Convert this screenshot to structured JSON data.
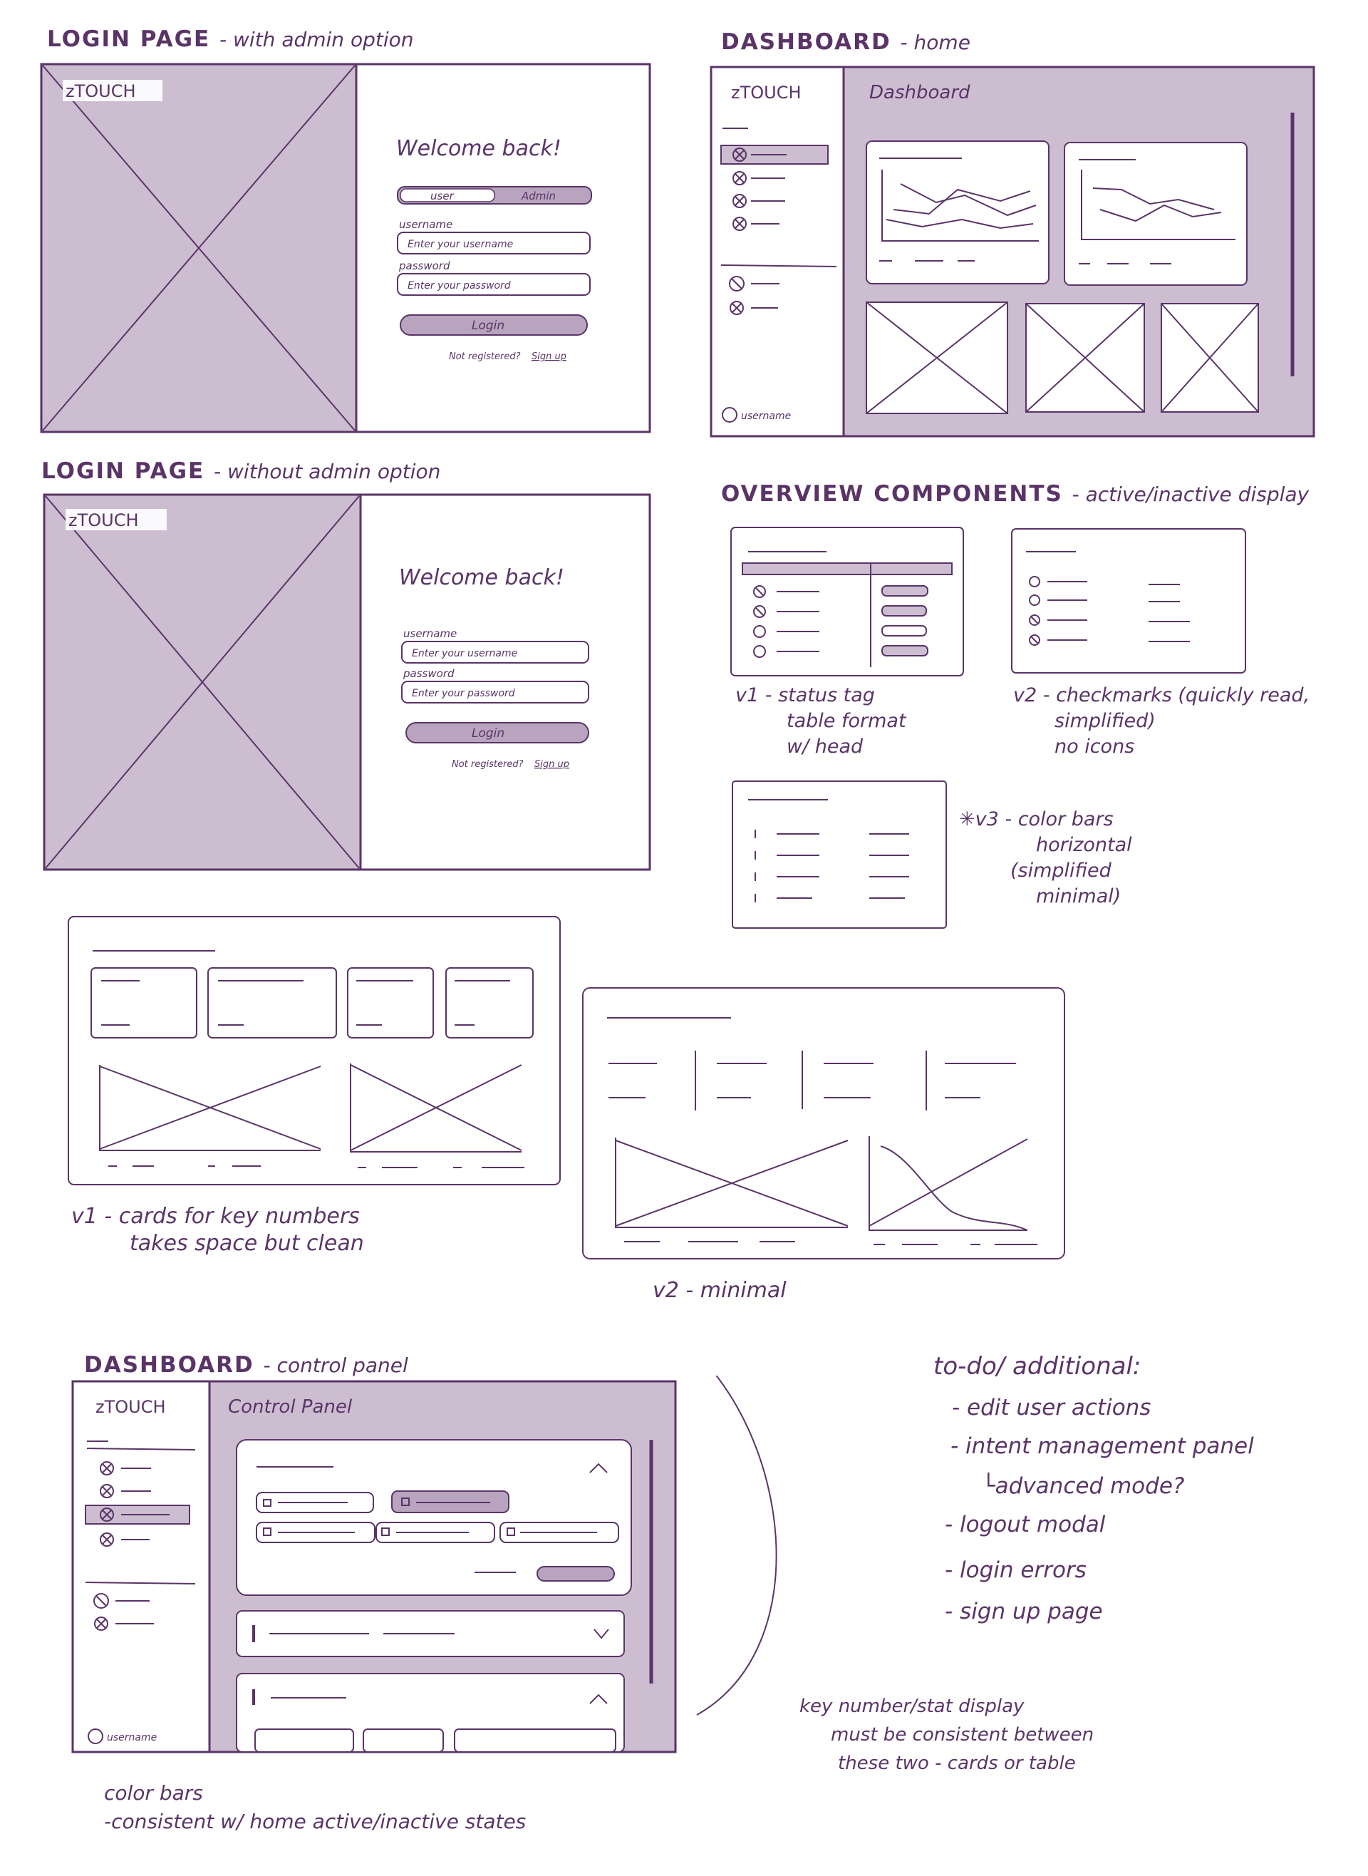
{
  "headings": {
    "login_admin": "LOGIN PAGE",
    "login_admin_sub": "- with admin option",
    "dashboard_home": "DASHBOARD",
    "dashboard_home_sub": "- home",
    "login_noadmin": "LOGIN PAGE",
    "login_noadmin_sub": "- without admin option",
    "overview": "OVERVIEW COMPONENTS",
    "overview_sub": "- active/inactive display",
    "control": "DASHBOARD",
    "control_sub": "- control panel"
  },
  "login": {
    "brand": "zTOUCH",
    "welcome": "Welcome back!",
    "toggle_user": "user",
    "toggle_admin": "Admin",
    "username_label": "username",
    "username_placeholder": "Enter your username",
    "password_label": "password",
    "password_placeholder": "Enter your password",
    "login_button": "Login",
    "not_registered": "Not registered?",
    "sign_up": "Sign up"
  },
  "dashboard": {
    "brand": "zTOUCH",
    "title": "Dashboard",
    "user": "username"
  },
  "control_panel": {
    "brand": "zTOUCH",
    "title": "Control Panel",
    "user": "username"
  },
  "notes": {
    "v1_status": [
      "v1 - status tag",
      "table format",
      "w/ head"
    ],
    "v2_check": [
      "v2 - checkmarks (quickly read,",
      "simplified)",
      "no icons"
    ],
    "v3_bars": [
      "✳v3 - color bars",
      "horizontal",
      "(simplified",
      "minimal)"
    ],
    "v1_cards": [
      "v1 - cards for key numbers",
      "takes space but clean"
    ],
    "v2_minimal": "v2 - minimal",
    "todo_title": "to-do/ additional:",
    "todo_items": [
      "- edit user actions",
      "- intent management panel",
      "└advanced mode?",
      "- logout modal",
      "- login errors",
      "- sign up page"
    ],
    "key_number": [
      "key number/stat display",
      "must be consistent between",
      "these two - cards or table"
    ],
    "color_bars": [
      "color bars",
      "-consistent w/ home active/inactive states"
    ]
  },
  "colors": {
    "ink": "#5a3468",
    "fill": "#cdbdd1",
    "fill_dark": "#b8a4bf",
    "paper": "#ffffff"
  }
}
